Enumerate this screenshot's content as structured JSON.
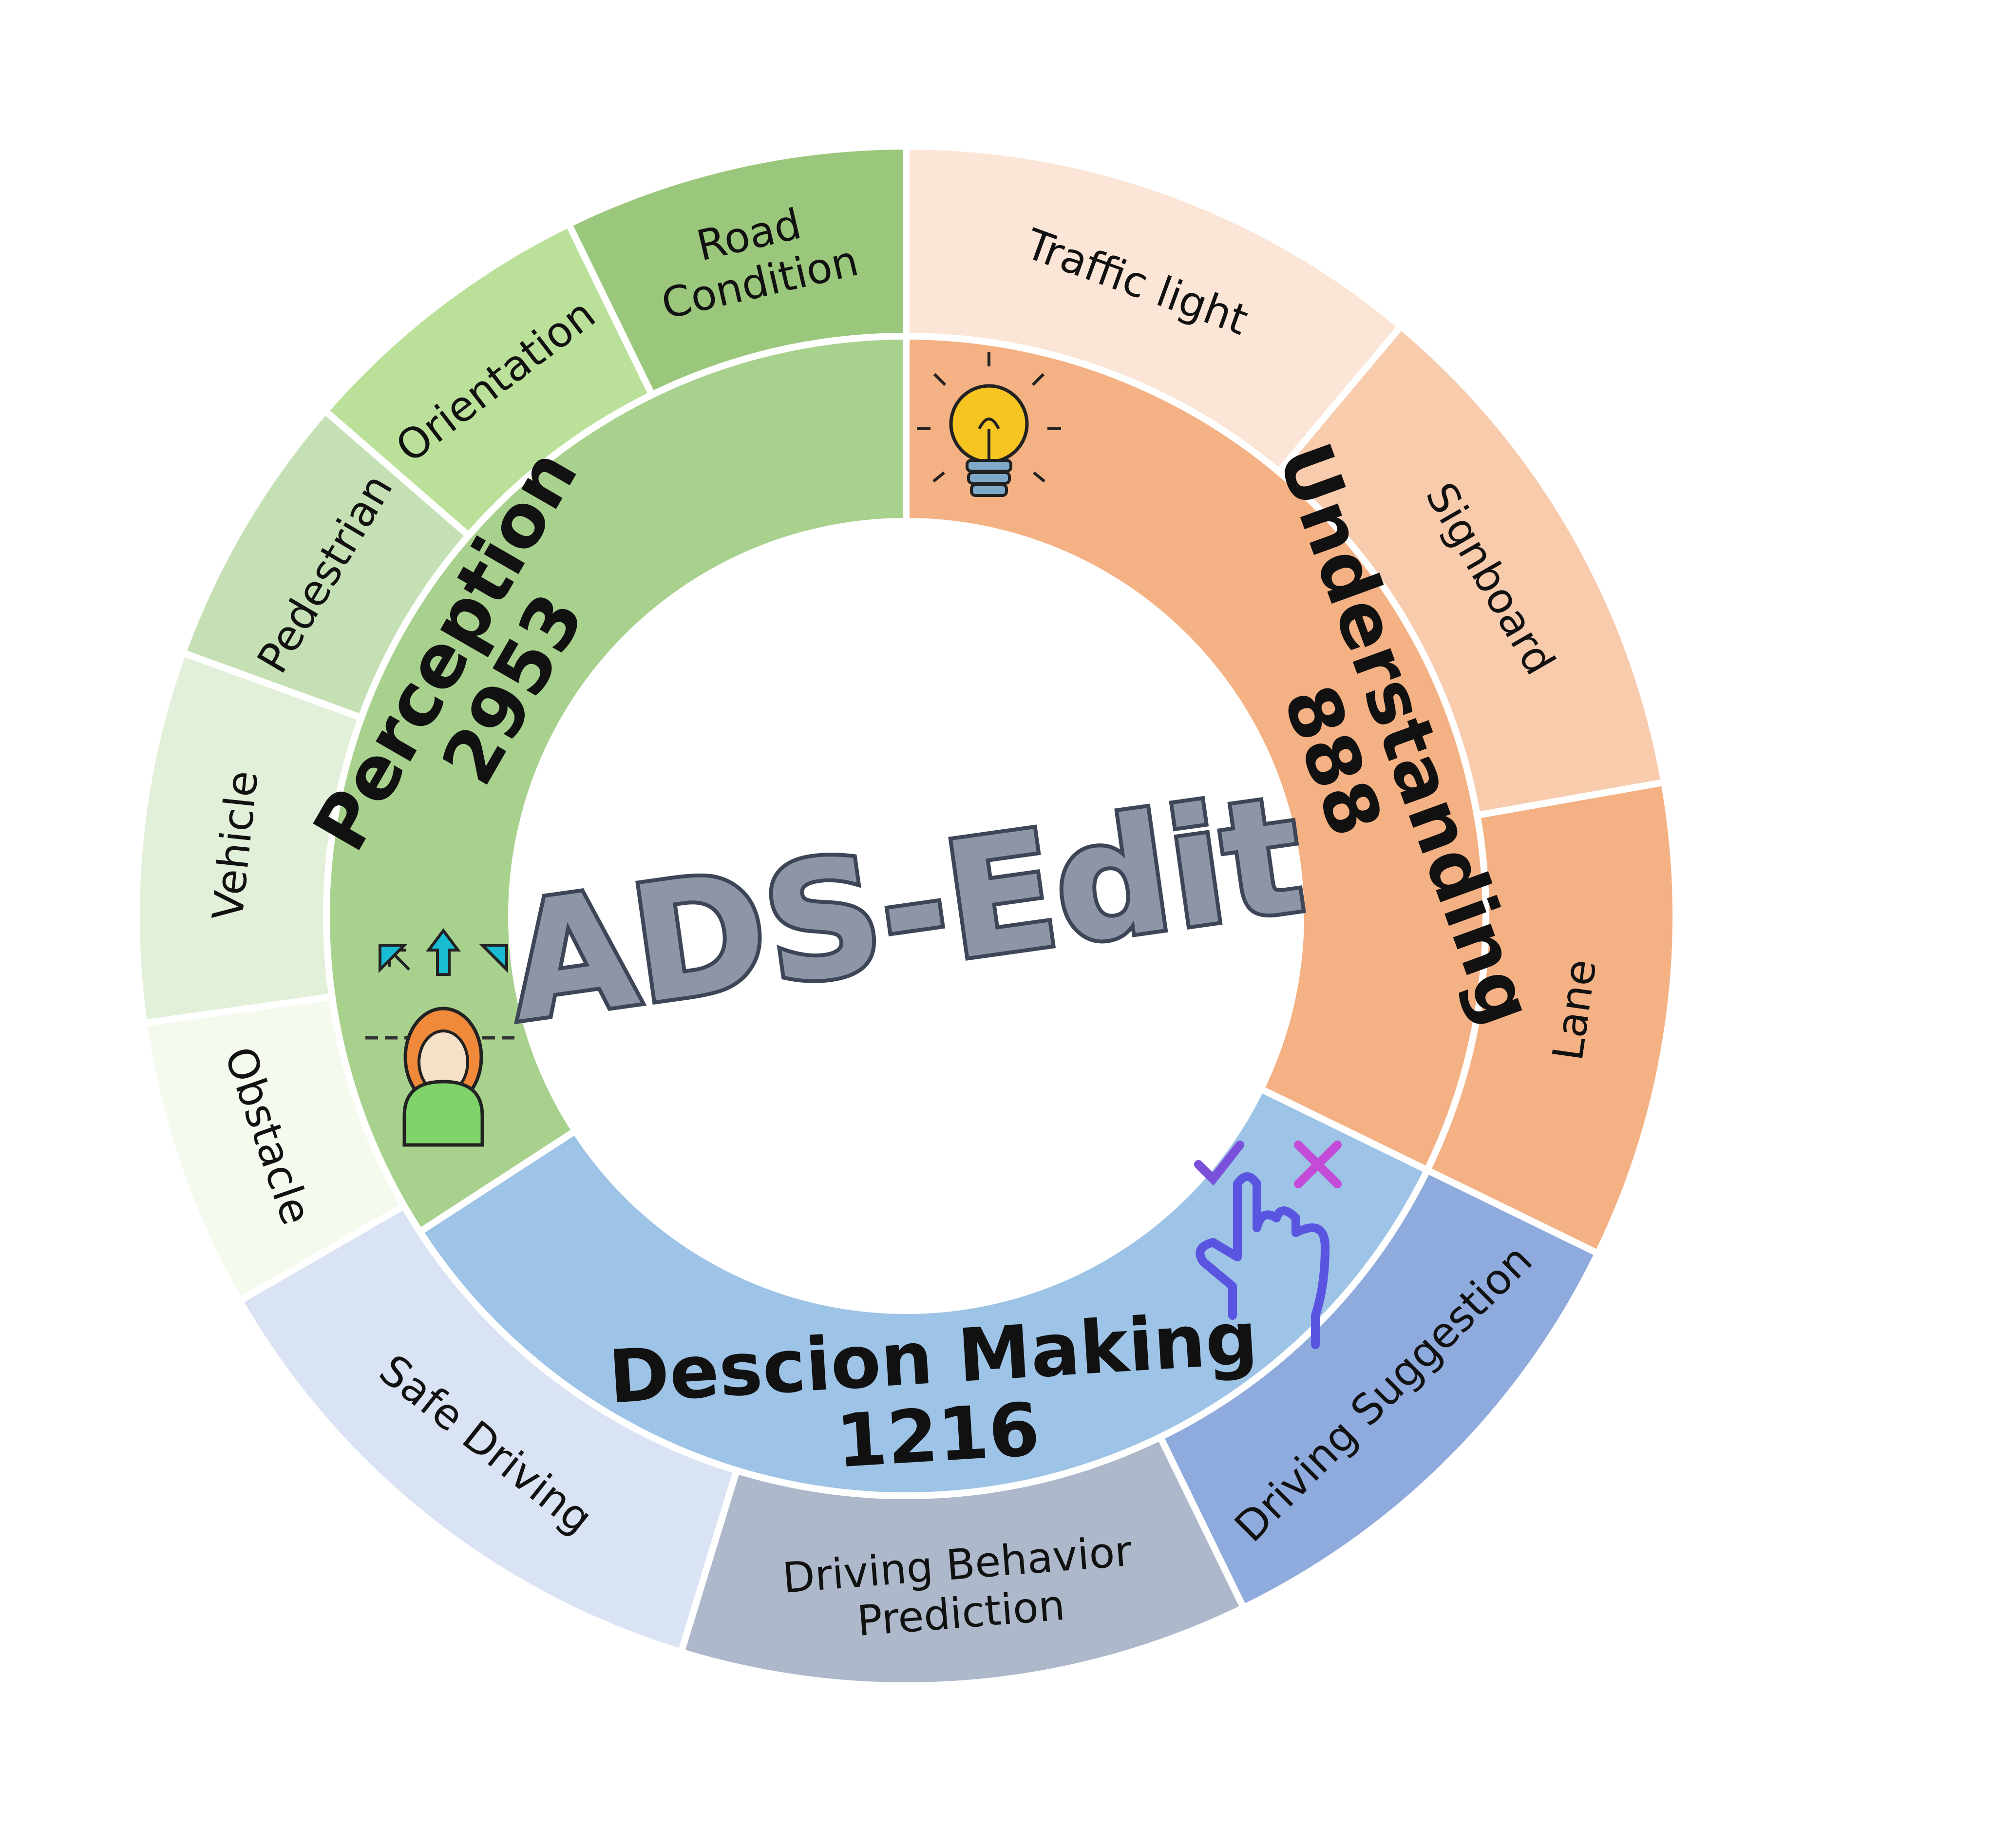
{
  "title": "ADS-Edit",
  "colors": {
    "perception": "#a9d18e",
    "understanding": "#f4b183",
    "decision": "#9dc3e6"
  },
  "categories": [
    {
      "id": "understanding",
      "name": "Understanding",
      "count": "888",
      "icon": "lightbulb-icon",
      "color": "#f4b183",
      "subcategories": [
        {
          "label": "Traffic light",
          "color": "#fbe5d6"
        },
        {
          "label": "Signboard",
          "color": "#f8cbad"
        },
        {
          "label": "Lane",
          "color": "#f4b183"
        }
      ]
    },
    {
      "id": "decision",
      "name": "Descion Making",
      "count": "1216",
      "icon": "hand-choice-icon",
      "color": "#9dc3e6",
      "subcategories": [
        {
          "label": "Driving Suggestion",
          "color": "#8faadc"
        },
        {
          "label": "Driving Behavior Prediction",
          "label_lines": [
            "Driving Behavior",
            "Prediction"
          ],
          "color": "#adb9ca"
        },
        {
          "label": "Safe Driving",
          "color": "#dae3f3"
        }
      ]
    },
    {
      "id": "perception",
      "name": "Perception",
      "count": "2953",
      "icon": "person-directions-icon",
      "color": "#a9d18e",
      "subcategories": [
        {
          "label": "Obstacle",
          "color": "#f4faee"
        },
        {
          "label": "Vehicle",
          "color": "#e2efd9"
        },
        {
          "label": "Pedestrian",
          "color": "#c5e0b4"
        },
        {
          "label": "Orientation",
          "color": "#bbe09a"
        },
        {
          "label": "Road Condition",
          "label_lines": [
            "Road",
            "Condition"
          ],
          "color": "#9bc77c"
        }
      ]
    }
  ]
}
